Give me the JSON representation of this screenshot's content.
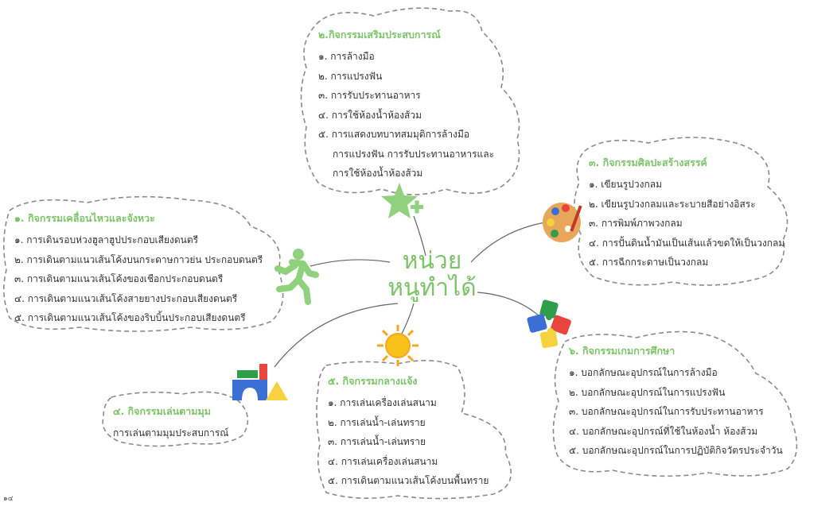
{
  "center": {
    "line1": "หน่วย",
    "line2": "หนูทำได้"
  },
  "topics": {
    "t2": {
      "title": "๒.กิจกรรมเสริมประสบการณ์",
      "items": [
        "๑. การล้างมือ",
        "๒. การแปรงฟัน",
        "๓. การรับประทานอาหาร",
        "๔. การใช้ห้องน้ำห้องส้วม",
        "๕. การแสดงบทบาทสมมุติการล้างมือ",
        "การแปรงฟัน การรับประทานอาหารและ",
        "การใช้ห้องน้ำห้องส้วม"
      ]
    },
    "t3": {
      "title": "๓. กิจกรรมศิลปะสร้างสรรค์",
      "items": [
        "๑. เขียนรูปวงกลม",
        "๒. เขียนรูปวงกลมและระบายสีอย่างอิสระ",
        "๓. การพิมพ์ภาพวงกลม",
        "๔. การปั้นดินน้ำมันเป็นเส้นแล้วขดให้เป็นวงกลม",
        "๕. การฉีกกระดาษเป็นวงกลม"
      ]
    },
    "t1": {
      "title": "๑. กิจกรรมเคลื่อนไหวและจังหวะ",
      "items": [
        "๑. การเดินรอบห่วงฮูลาฮูปประกอบเสียงดนตรี",
        "๒. การเดินตามแนวเส้นโค้งบนกระดาษกาวย่น ประกอบดนตรี",
        "๓. การเดินตามแนวเส้นโค้งของเชือกประกอบดนตรี",
        "๔. การเดินตามแนวเส้นโค้งสายยางประกอบเสียงดนตรี",
        "๕. การเดินตามแนวเส้นโค้งของริบบิ้นประกอบเสียงดนตรี"
      ]
    },
    "t6": {
      "title": "๖. กิจกรรมเกมการศึกษา",
      "items": [
        "๑. บอกลักษณะอุปกรณ์ในการล้างมือ",
        "๒. บอกลักษณะอุปกรณ์ในการแปรงฟัน",
        "๓. บอกลักษณะอุปกรณ์ในการรับประทานอาหาร",
        "๔. บอกลักษณะอุปกรณ์ที่ใช้ในห้องน้ำ ห้องส้วม",
        "๕. บอกลักษณะอุปกรณ์ในการปฏิบัติกิจวัตรประจำวัน"
      ]
    },
    "t5": {
      "title": "๕. กิจกรรมกลางแจ้ง",
      "items": [
        "๑. การเล่นเครื่องเล่นสนาม",
        "๒. การเล่นน้ำ-เล่นทราย",
        "๓. การเล่นน้ำ-เล่นทราย",
        "๔. การเล่นเครื่องเล่นสนาม",
        "๕. การเดินตามแนวเส้นโค้งบนพื้นทราย"
      ]
    },
    "t4": {
      "title": "๔. กิจกรรมเล่นตามมุม",
      "items": [
        "การเล่นตามมุมประสบการณ์"
      ]
    }
  },
  "footnote": "๑๔",
  "icons": {
    "t2": "star-plus-icon",
    "t3": "paint-palette-icon",
    "t1": "running-person-icon",
    "t6": "puzzle-pieces-icon",
    "t5": "sun-icon",
    "t4": "toy-blocks-icon"
  },
  "colors": {
    "accent": "#7cc36a",
    "text": "#333333",
    "dash": "#888888"
  }
}
